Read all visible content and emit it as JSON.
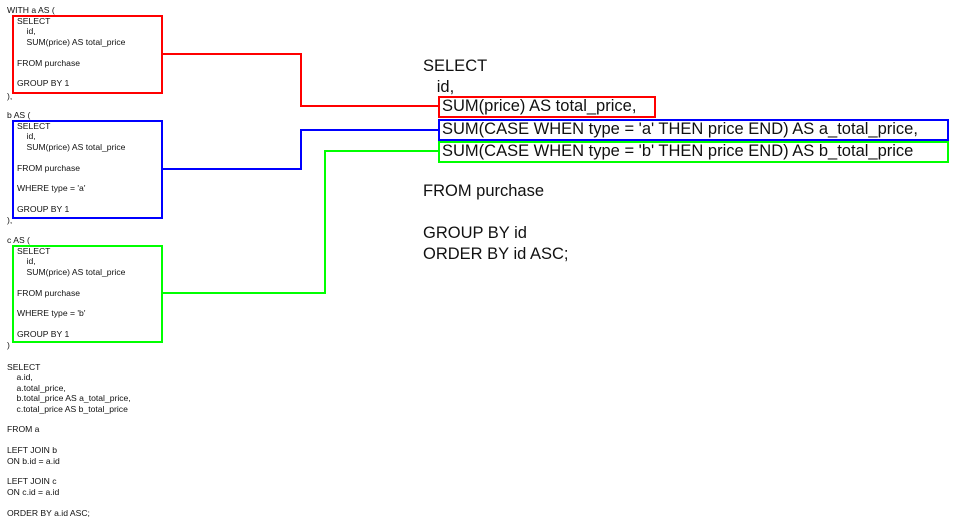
{
  "colors": {
    "a": "#ff0000",
    "b": "#0000ff",
    "c": "#00ff00",
    "text": "#111111"
  },
  "left_query": {
    "cte_a": {
      "open": "WITH a AS (",
      "lines": [
        "SELECT",
        "    id,",
        "    SUM(price) AS total_price",
        "",
        "FROM purchase",
        "",
        "GROUP BY 1"
      ],
      "close": "),"
    },
    "cte_b": {
      "open": "b AS (",
      "lines": [
        "SELECT",
        "    id,",
        "    SUM(price) AS total_price",
        "",
        "FROM purchase",
        "",
        "WHERE type = 'a'",
        "",
        "GROUP BY 1"
      ],
      "close": "),"
    },
    "cte_c": {
      "open": "c AS (",
      "lines": [
        "SELECT",
        "    id,",
        "    SUM(price) AS total_price",
        "",
        "FROM purchase",
        "",
        "WHERE type = 'b'",
        "",
        "GROUP BY 1"
      ],
      "close": ")"
    },
    "final": [
      "SELECT",
      "    a.id,",
      "    a.total_price,",
      "    b.total_price AS a_total_price,",
      "    c.total_price AS b_total_price",
      "",
      "FROM a",
      "",
      "LEFT JOIN b",
      "ON b.id = a.id",
      "",
      "LEFT JOIN c",
      "ON c.id = a.id",
      "",
      "ORDER BY a.id ASC;"
    ]
  },
  "right_query": {
    "select": "SELECT",
    "id": "   id,",
    "total_line": "SUM(price) AS total_price,",
    "a_line": "SUM(CASE WHEN type = 'a' THEN price END) AS a_total_price,",
    "b_line": "SUM(CASE WHEN type = 'b' THEN price END) AS b_total_price",
    "from": "FROM purchase",
    "group": "GROUP BY id",
    "order": "ORDER BY id ASC;"
  }
}
